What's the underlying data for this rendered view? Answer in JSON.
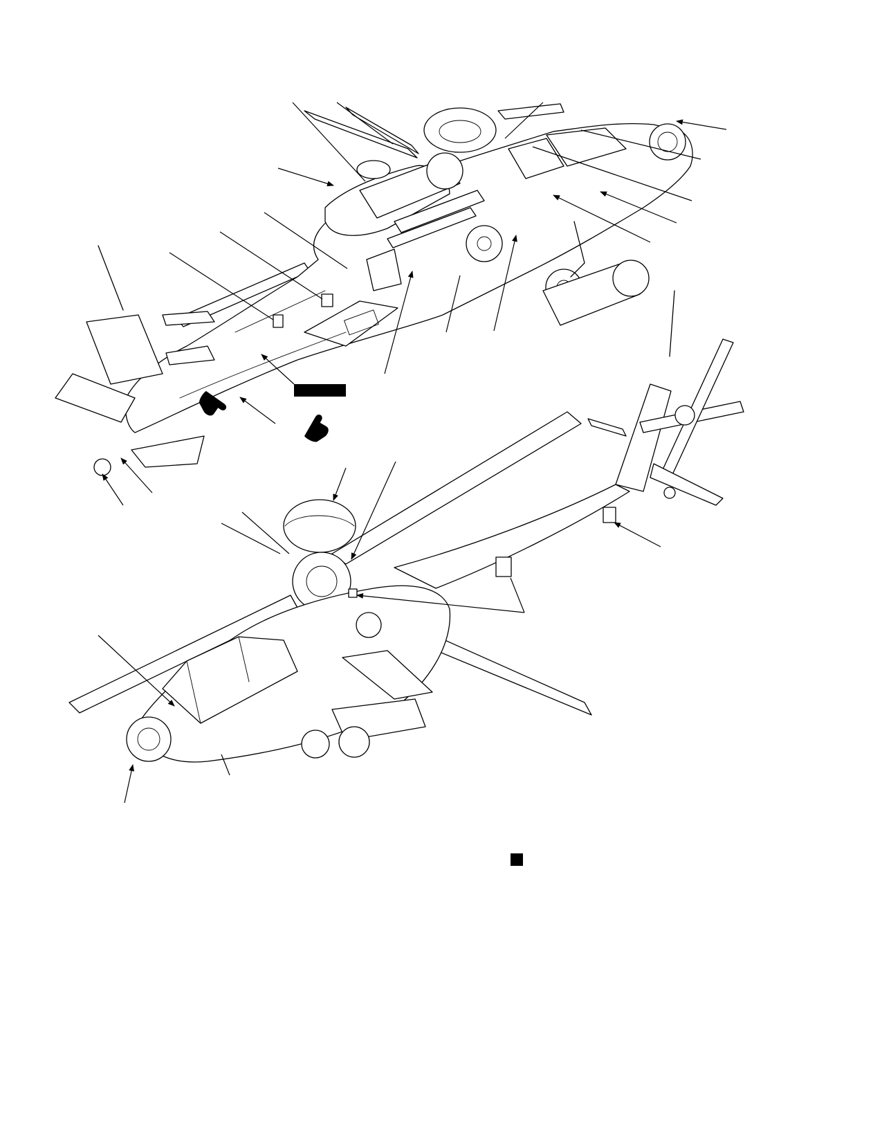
{
  "figure": {
    "views": [
      {
        "id": "underside-view"
      },
      {
        "id": "topside-view"
      }
    ],
    "leader_count_upper": 19,
    "leader_count_lower": 9,
    "icons": [
      "pointing-hand-icon",
      "pointing-hand-icon",
      "solid-square-marker"
    ],
    "colors": {
      "line": "#000000",
      "background": "#ffffff"
    }
  }
}
